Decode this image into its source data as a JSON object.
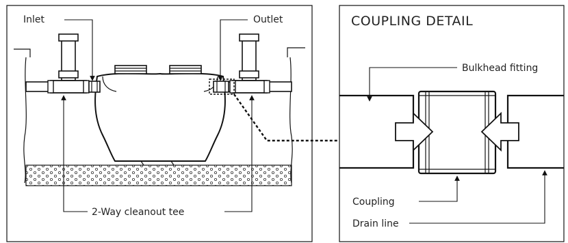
{
  "labels": {
    "inlet": "Inlet",
    "outlet": "Outlet",
    "cleanout_tee": "2-Way cleanout tee",
    "detail_title": "COUPLING DETAIL",
    "bulkhead_fitting": "Bulkhead fitting",
    "coupling": "Coupling",
    "drain_line": "Drain line"
  }
}
